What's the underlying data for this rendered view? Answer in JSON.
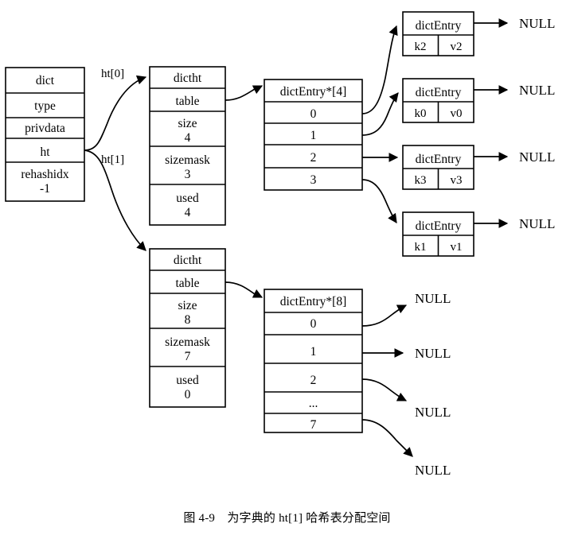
{
  "figure": {
    "caption": "图 4-9　为字典的 ht[1] 哈希表分配空间",
    "null_label": "NULL"
  },
  "dict_struct": {
    "title": "dict",
    "fields": [
      {
        "name": "type",
        "value": ""
      },
      {
        "name": "privdata",
        "value": ""
      },
      {
        "name": "ht",
        "value": ""
      },
      {
        "name": "rehashidx",
        "value": "-1"
      }
    ]
  },
  "pointer_labels": {
    "ht0": "ht[0]",
    "ht1": "ht[1]"
  },
  "hashtable_0": {
    "title": "dictht",
    "table_label": "table",
    "size_label": "size",
    "size_value": "4",
    "sizemask_label": "sizemask",
    "sizemask_value": "3",
    "used_label": "used",
    "used_value": "4"
  },
  "hashtable_1": {
    "title": "dictht",
    "table_label": "table",
    "size_label": "size",
    "size_value": "8",
    "sizemask_label": "sizemask",
    "sizemask_value": "7",
    "used_label": "used",
    "used_value": "0"
  },
  "bucket_array_0": {
    "title": "dictEntry*[4]",
    "slots": [
      "0",
      "1",
      "2",
      "3"
    ]
  },
  "bucket_array_1": {
    "title": "dictEntry*[8]",
    "slots": [
      "0",
      "1",
      "2",
      "...",
      "7"
    ]
  },
  "entries": [
    {
      "title": "dictEntry",
      "key": "k2",
      "value": "v2",
      "next": "NULL"
    },
    {
      "title": "dictEntry",
      "key": "k0",
      "value": "v0",
      "next": "NULL"
    },
    {
      "title": "dictEntry",
      "key": "k3",
      "value": "v3",
      "next": "NULL"
    },
    {
      "title": "dictEntry",
      "key": "k1",
      "value": "v1",
      "next": "NULL"
    }
  ],
  "ht1_nulls": [
    "NULL",
    "NULL",
    "NULL",
    "NULL"
  ]
}
